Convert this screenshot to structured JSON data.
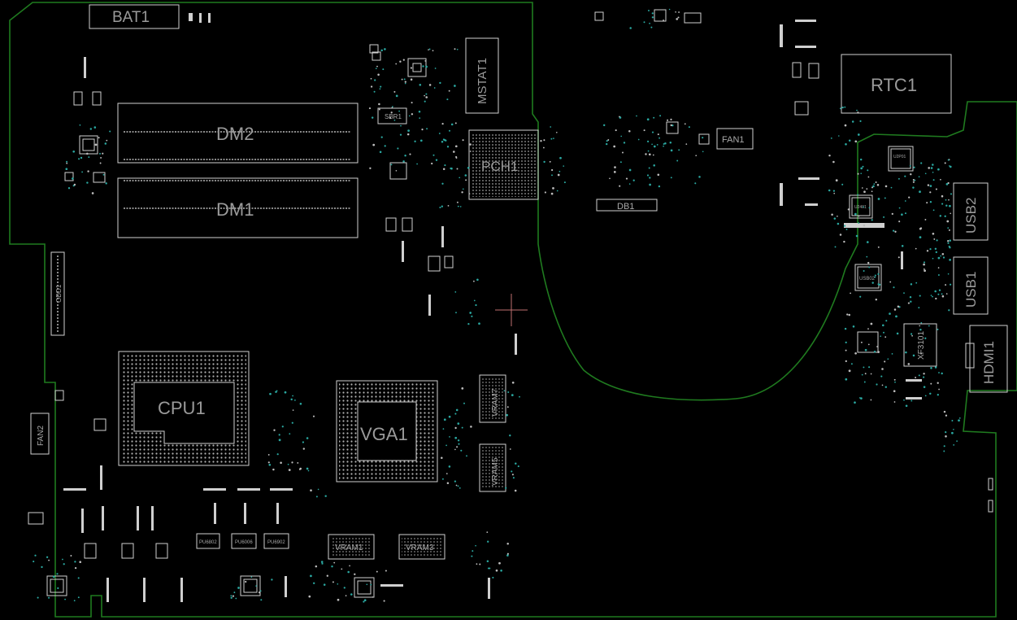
{
  "components": {
    "bat1": "BAT1",
    "dm2": "DM2",
    "dm1": "DM1",
    "mstat1": "MSTAT1",
    "pch1": "PCH1",
    "db1": "DB1",
    "fan1": "FAN1",
    "rtc1": "RTC1",
    "usb2": "USB2",
    "usb1": "USB1",
    "hdmi1": "HDMI1",
    "xf3101": "XF3101",
    "cpu1": "CPU1",
    "vga1": "VGA1",
    "vram7": "VRAM7",
    "vram5": "VRAM5",
    "vram1": "VRAM1",
    "vram3": "VRAM3",
    "fan2": "FAN2",
    "odd1": "ODD1",
    "u2p01": "U2P01",
    "usb02": "USB02",
    "u2401": "U2401",
    "pu6802": "PU6802",
    "pu6006": "PU6006",
    "pu6902": "PU6902",
    "sbr1": "SBR1"
  },
  "colors": {
    "background": "#000000",
    "board_outline": "#1f7a1f",
    "silkscreen": "#d0d0d0",
    "label": "#9a9a9a",
    "via": "#2aa7a0",
    "crosshair": "#c07070"
  }
}
